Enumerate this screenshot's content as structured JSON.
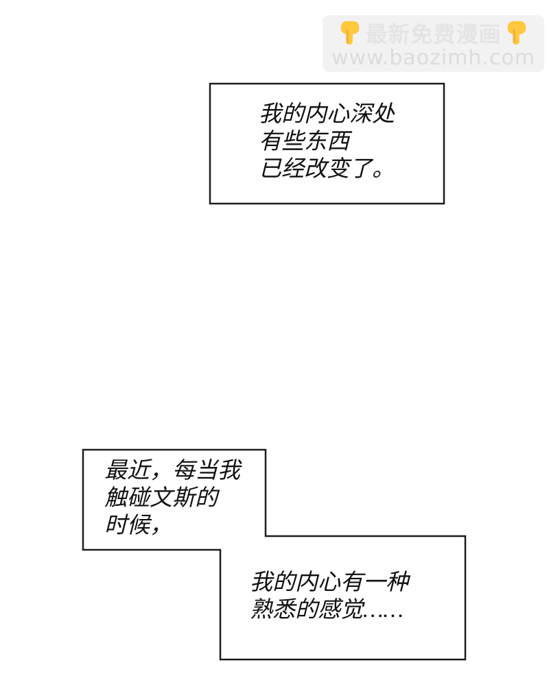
{
  "watermark": {
    "line1": "最新免费漫画",
    "line2": "www.baozimh.com",
    "hand_icon": "pointing-down-hand",
    "background_color": "#f2f2f3",
    "line1_color": "#e4e4e5",
    "line2_color": "#dcdcdd",
    "hand_icon_color": "#ffc83d"
  },
  "narration": {
    "box1": {
      "lines": [
        "我的内心深处",
        "有些东西",
        "已经改变了。"
      ]
    },
    "box2": {
      "lines": [
        "最近，每当我",
        "触碰文斯的",
        "时候，"
      ]
    },
    "box3": {
      "lines": [
        "我的内心有一种",
        "熟悉的感觉……"
      ]
    }
  },
  "colors": {
    "page_background": "#ffffff",
    "box_border": "#1c1c1c",
    "text": "#111111"
  }
}
